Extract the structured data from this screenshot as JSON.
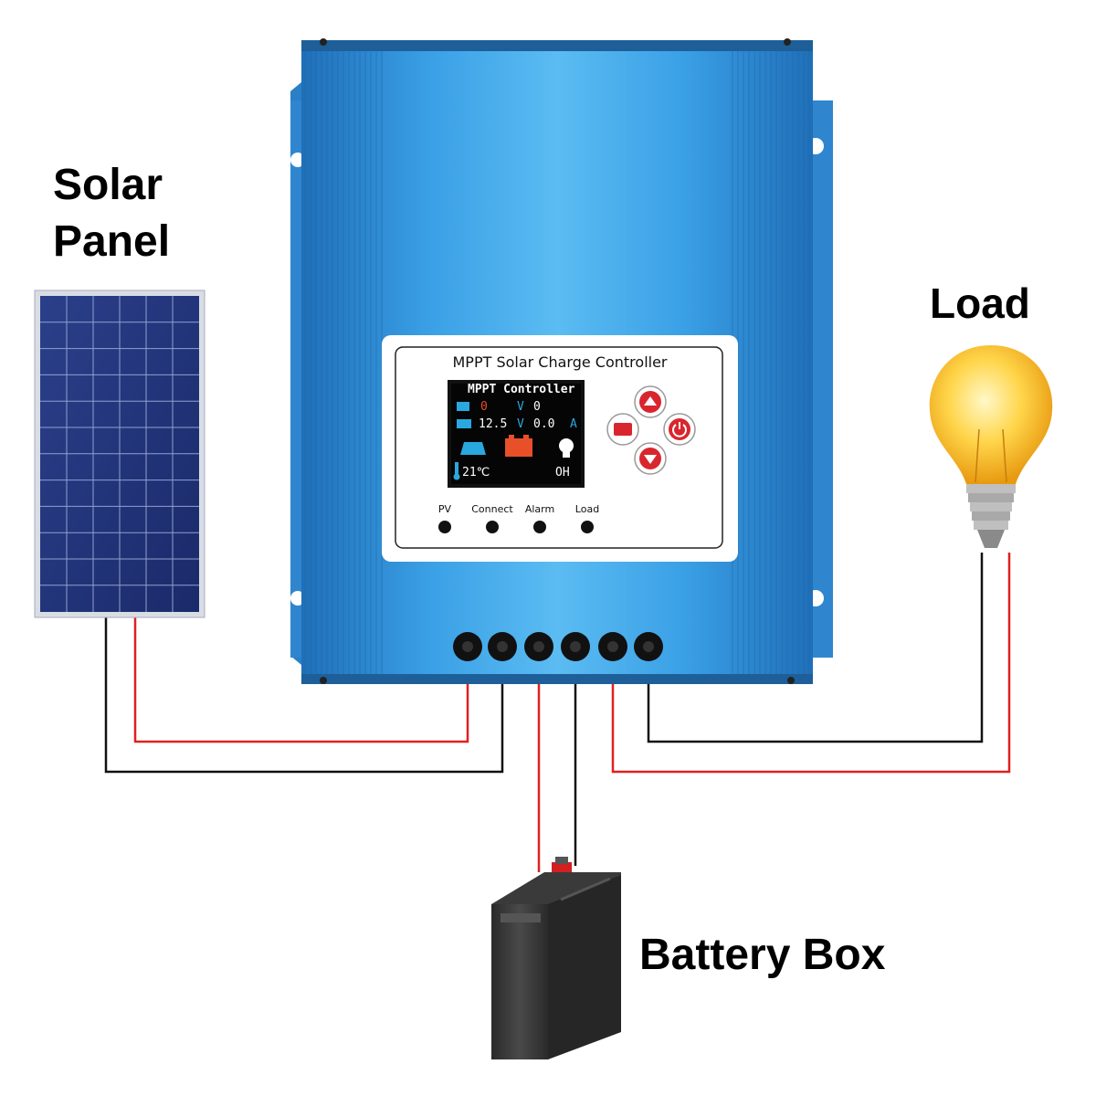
{
  "labels": {
    "solar_line1": "Solar",
    "solar_line2": "Panel",
    "load": "Load",
    "battery": "Battery Box"
  },
  "controller": {
    "panel_title": "MPPT Solar Charge Controller",
    "lcd": {
      "header": "MPPT Controller",
      "pv_voltage": "0",
      "pv_voltage_unit": "V",
      "pv_current": "0",
      "battery_voltage": "12.5",
      "battery_voltage_unit": "V",
      "battery_current": "0.0",
      "battery_current_unit": "A",
      "temperature": "21℃",
      "load_status": "OH"
    },
    "indicators": [
      "PV",
      "Connect",
      "Alarm",
      "Load"
    ],
    "buttons": [
      "up-button",
      "down-button",
      "menu-button",
      "power-button"
    ]
  },
  "colors": {
    "case_blue": "#2f8fd8",
    "wire_red": "#e02020",
    "wire_black": "#111111",
    "button_red": "#d9262e"
  }
}
